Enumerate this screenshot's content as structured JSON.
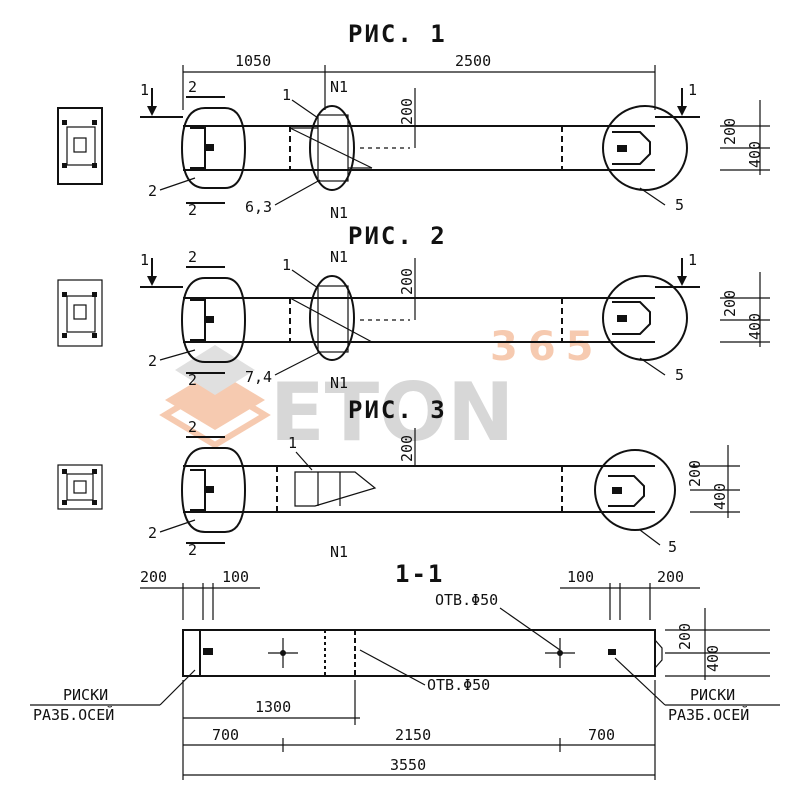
{
  "figures": {
    "fig1_title": "РИС. 1",
    "fig2_title": "РИС. 2",
    "fig3_title": "РИС. 3",
    "section_title": "1-1"
  },
  "labels": {
    "cut_1": "1",
    "cut_2": "2",
    "node_N1": "N1",
    "pos_1": "1",
    "pos_2": "2",
    "pos_5": "5",
    "weight_fig1": "6,3",
    "weight_fig2": "7,4",
    "hole_label": "ОТВ.Φ50",
    "marks_label_line1": "РИСКИ",
    "marks_label_line2": "РАЗБ.ОСЕЙ"
  },
  "dimensions": {
    "d1050": "1050",
    "d2500": "2500",
    "d200": "200",
    "d400": "400",
    "d100": "100",
    "d1300": "1300",
    "d700": "700",
    "d2150": "2150",
    "d3550": "3550"
  },
  "watermark": {
    "brand": "ETON",
    "number": "365",
    "brand_color": "#b8b8b8",
    "accent_color": "#f0a070"
  }
}
